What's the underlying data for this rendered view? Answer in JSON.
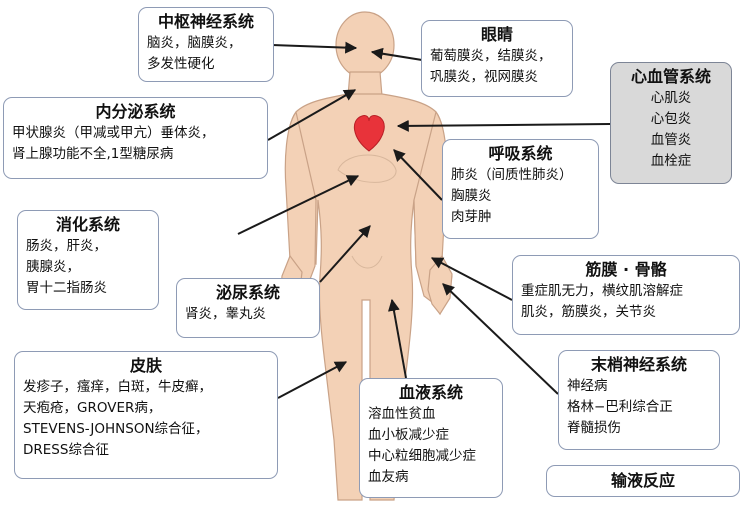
{
  "boxes": {
    "cns": {
      "title": "中枢神经系统",
      "lines": [
        "脑炎，脑膜炎，",
        "多发性硬化"
      ]
    },
    "eye": {
      "title": "眼睛",
      "lines": [
        "葡萄膜炎，结膜炎，",
        "巩膜炎，视网膜炎"
      ]
    },
    "cardio": {
      "title": "心血管系统",
      "lines": [
        "心肌炎",
        "心包炎",
        "血管炎",
        "血栓症"
      ]
    },
    "endocrine": {
      "title": "内分泌系统",
      "lines": [
        "甲状腺炎（甲减或甲亢）垂体炎，",
        "肾上腺功能不全,1型糖尿病"
      ]
    },
    "respiratory": {
      "title": "呼吸系统",
      "lines": [
        "肺炎（间质性肺炎）",
        "胸膜炎",
        "肉芽肿"
      ]
    },
    "digestive": {
      "title": "消化系统",
      "lines": [
        "肠炎，肝炎，",
        "胰腺炎，",
        "胃十二指肠炎"
      ]
    },
    "fascia": {
      "title": "筋膜 · 骨骼",
      "lines": [
        "重症肌无力，横纹肌溶解症",
        "肌炎，筋膜炎，关节炎"
      ]
    },
    "urinary": {
      "title": "泌尿系统",
      "lines": [
        "肾炎，睾丸炎"
      ]
    },
    "skin": {
      "title": "皮肤",
      "lines": [
        "发疹子，瘙痒，白斑，牛皮癣，",
        "天疱疮，GROVER病，",
        "STEVENS-JOHNSON综合征，",
        "DRESS综合征"
      ]
    },
    "blood": {
      "title": "血液系统",
      "lines": [
        "溶血性贫血",
        "血小板减少症",
        "中心粒细胞减少症",
        "血友病"
      ]
    },
    "peripheral": {
      "title": "末梢神经系统",
      "lines": [
        "神经病",
        "格林−巴利综合正",
        "脊髓损伤"
      ]
    },
    "infusion": {
      "title": "输液反应",
      "lines": []
    }
  },
  "colors": {
    "heart": "#e8333a",
    "body_fill": "#f3d1b6",
    "body_stroke": "#c9a287",
    "box_border": "#8e9bb5",
    "gray_box": "#d9d9d9",
    "arrow": "#1a1a1a"
  },
  "icons": [
    "heart-icon",
    "human-body-figure"
  ]
}
